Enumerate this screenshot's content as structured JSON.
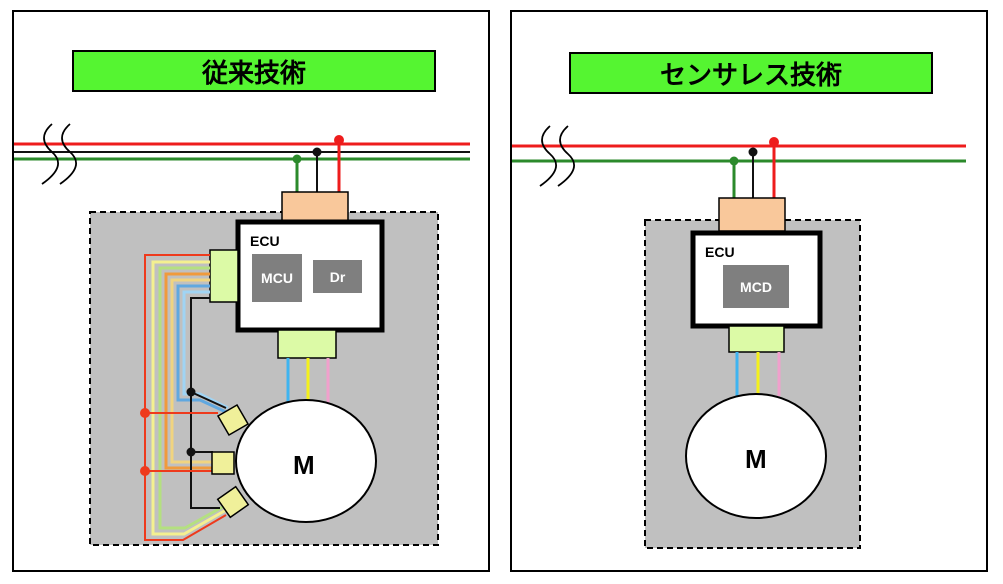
{
  "left_panel": {
    "title": "従来技術",
    "ecu_label": "ECU",
    "mcu_label": "MCU",
    "driver_label": "Dr",
    "motor_label": "M"
  },
  "right_panel": {
    "title": "センサレス技術",
    "ecu_label": "ECU",
    "mcd_label": "MCD",
    "motor_label": "M"
  },
  "colors": {
    "title_bg": "#55f531",
    "housing": "#c0c0c0",
    "connector": "#f9c89b",
    "port": "#dcfaa6",
    "chip": "#7f7f7f",
    "bus_red": "#ee1c1c",
    "bus_green": "#2b8a2b"
  }
}
